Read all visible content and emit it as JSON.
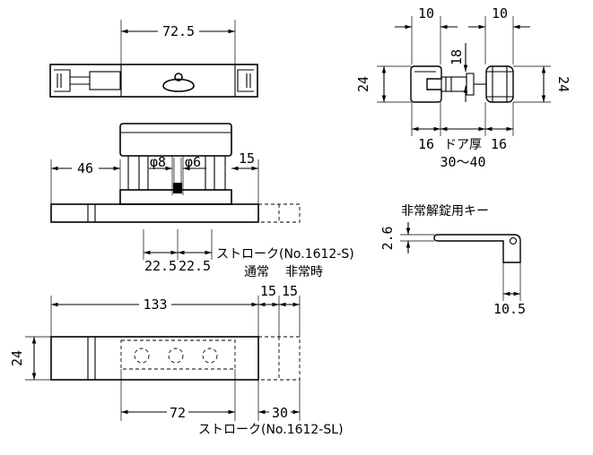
{
  "dimensions": {
    "top_width": "72.5",
    "side_w_left": "10",
    "side_w_right": "10",
    "side_gap": "18",
    "side_h_left": "24",
    "side_h_right": "24",
    "bottom_left": "16",
    "door_thickness_label": "ドア厚",
    "bottom_right": "16",
    "door_range": "30〜40",
    "front_left": "46",
    "dia_8": "φ8",
    "dia_6": "φ6",
    "front_right": "15",
    "stroke_a": "22.5",
    "stroke_b": "22.5",
    "stroke_s_label": "ストローク(No.1612-S)",
    "normal_label": "通常",
    "emergency_label": "非常時",
    "bottom_len": "133",
    "bottom_15a": "15",
    "bottom_15b": "15",
    "bottom_h": "24",
    "bottom_72": "72",
    "bottom_30": "30",
    "stroke_sl_label": "ストローク(No.1612-SL)",
    "key_title": "非常解錠用キー",
    "key_thick": "2.6",
    "key_width": "10.5"
  }
}
